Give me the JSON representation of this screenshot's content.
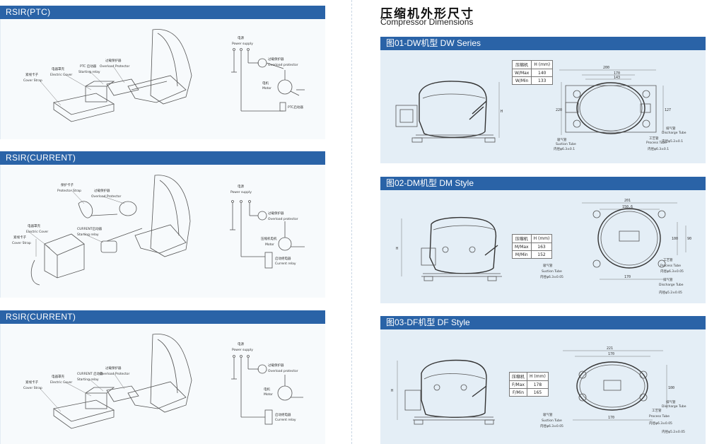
{
  "left": {
    "sections": [
      {
        "title": "RSIR(PTC)",
        "labels": {
          "power_cn": "电源",
          "power_en": "Power supply",
          "overload_cn": "过载保护器",
          "overload_en": "Overload Protector",
          "overload_en2": "Overload protector",
          "ptc_cn": "PTC 启动器",
          "ptc_en": "Starting relay",
          "cover_cn": "电器罩壳",
          "cover_en": "Electric Cover",
          "strap_cn": "紧线卡子",
          "strap_en": "Cover Strap",
          "motor_cn": "电机",
          "motor_en": "Motor",
          "ptc_start": "PTC启动器"
        }
      },
      {
        "title": "RSIR(CURRENT)",
        "labels": {
          "power_cn": "电源",
          "power_en": "Power supply",
          "protect_cn": "保护卡子",
          "protect_en": "Protector Strap",
          "overload_cn": "过载保护器",
          "overload_en": "Overload Protector",
          "overload_en2": "Overload protector",
          "current_cn": "CURRENT启动器",
          "current_en": "Starting relay",
          "cover_cn": "电器罩壳",
          "cover_en": "Electric Cover",
          "strap_cn": "紧线卡子",
          "strap_en": "Cover Strap",
          "motor_cn": "压缩机电机",
          "motor_en": "Motor",
          "start_cn": "启动继电器",
          "start_en": "Current relay"
        }
      },
      {
        "title": "RSIR(CURRENT)",
        "labels": {
          "power_cn": "电源",
          "power_en": "Power supply",
          "overload_cn": "过载保护器",
          "overload_en": "Overload Protector",
          "overload_en2": "Overload protector",
          "current_cn": "CURRENT 启动器",
          "current_en": "Starting relay",
          "cover_cn": "电器罩壳",
          "cover_en": "Electric Cover",
          "strap_cn": "紧线卡子",
          "strap_en": "Cover Strap",
          "motor_cn": "电机",
          "motor_en": "Motor",
          "start_cn": "启动继电器",
          "start_en": "Current relay"
        }
      }
    ]
  },
  "right": {
    "title_cn": "压缩机外形尺寸",
    "title_en": "Compressor Dimensions",
    "figures": [
      {
        "title": "图01-DW机型   DW Series",
        "table": {
          "head": [
            "压缩机",
            "H (mm)"
          ],
          "rows": [
            [
              "W/Max",
              "140"
            ],
            [
              "W/Min",
              "133"
            ]
          ]
        },
        "dims": {
          "d1": "200",
          "d2": "170",
          "d3": "143",
          "d4": "127",
          "d5": "220",
          "side_h": "H",
          "suction_cn": "吸气管",
          "suction_en": "Suction Tube",
          "suction_dia": "内径φ6.3±0.1",
          "process_cn": "工艺管",
          "process_en": "Process Tube",
          "process_dia": "内径φ6.3±0.1",
          "discharge_cn": "排气管",
          "discharge_en": "Discharge Tube",
          "discharge_dia": "内径φ5.2±0.1"
        }
      },
      {
        "title": "图02-DM机型   DM Style",
        "table": {
          "head": [
            "压缩机",
            "H (mm)"
          ],
          "rows": [
            [
              "M/Max",
              "163"
            ],
            [
              "M/Min",
              "152"
            ]
          ]
        },
        "dims": {
          "d1": "201",
          "d2": "150.6",
          "d3": "100",
          "d4": "90",
          "d5": "170",
          "side_h": "H",
          "suction_cn": "吸气管",
          "suction_en": "Suction Tube",
          "suction_dia": "内径φ6.3±0.05",
          "process_cn": "工艺管",
          "process_en": "Process Tube",
          "process_dia": "内径φ6.3±0.05",
          "discharge_cn": "排气管",
          "discharge_en": "Discharge Tube",
          "discharge_dia": "内径φ5.2±0.05"
        }
      },
      {
        "title": "图03-DF机型   DF Style",
        "table": {
          "head": [
            "压缩机",
            "H (mm)"
          ],
          "rows": [
            [
              "F/Max",
              "178"
            ],
            [
              "F/Min",
              "165"
            ]
          ]
        },
        "dims": {
          "d1": "221",
          "d2": "170",
          "d3": "170",
          "d4": "100",
          "side_h": "H",
          "suction_cn": "吸气管",
          "suction_en": "Suction Tube",
          "suction_dia": "内径φ6.3±0.05",
          "process_cn": "工艺管",
          "process_en": "Process Tube",
          "process_dia": "内径φ6.3±0.05",
          "discharge_cn": "排气管",
          "discharge_en": "Discharge Tube",
          "discharge_dia": "内径φ5.2±0.05"
        }
      }
    ]
  }
}
